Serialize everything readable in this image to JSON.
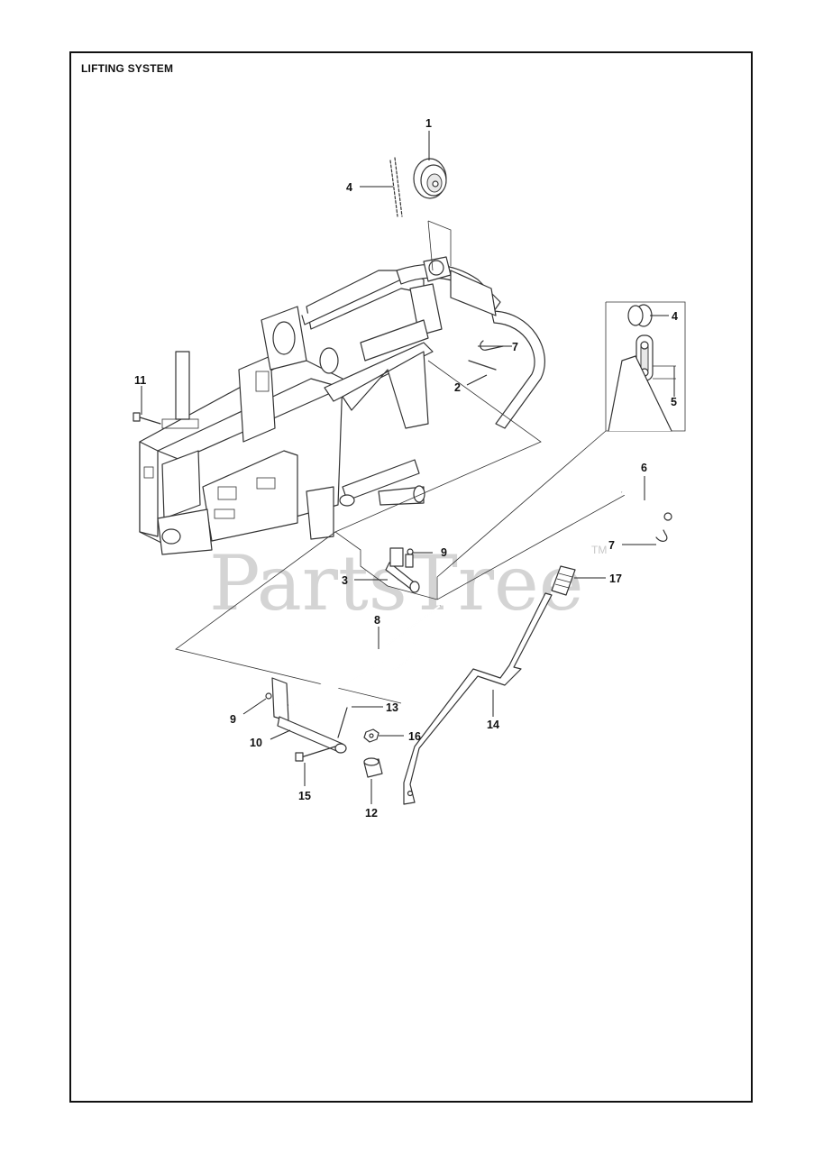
{
  "title": "LIFTING SYSTEM",
  "watermark": {
    "text": "PartsTree",
    "trademark": "TM"
  },
  "callouts": {
    "c1": "1",
    "c2": "2",
    "c3": "3",
    "c4a": "4",
    "c4b": "4",
    "c5": "5",
    "c6": "6",
    "c7a": "7",
    "c7b": "7",
    "c8": "8",
    "c9a": "9",
    "c9b": "9",
    "c10": "10",
    "c11": "11",
    "c12": "12",
    "c13": "13",
    "c14": "14",
    "c15": "15",
    "c16": "16",
    "c17": "17"
  },
  "colors": {
    "line": "#111111",
    "watermark": "#d4d4d4",
    "background": "#ffffff"
  }
}
